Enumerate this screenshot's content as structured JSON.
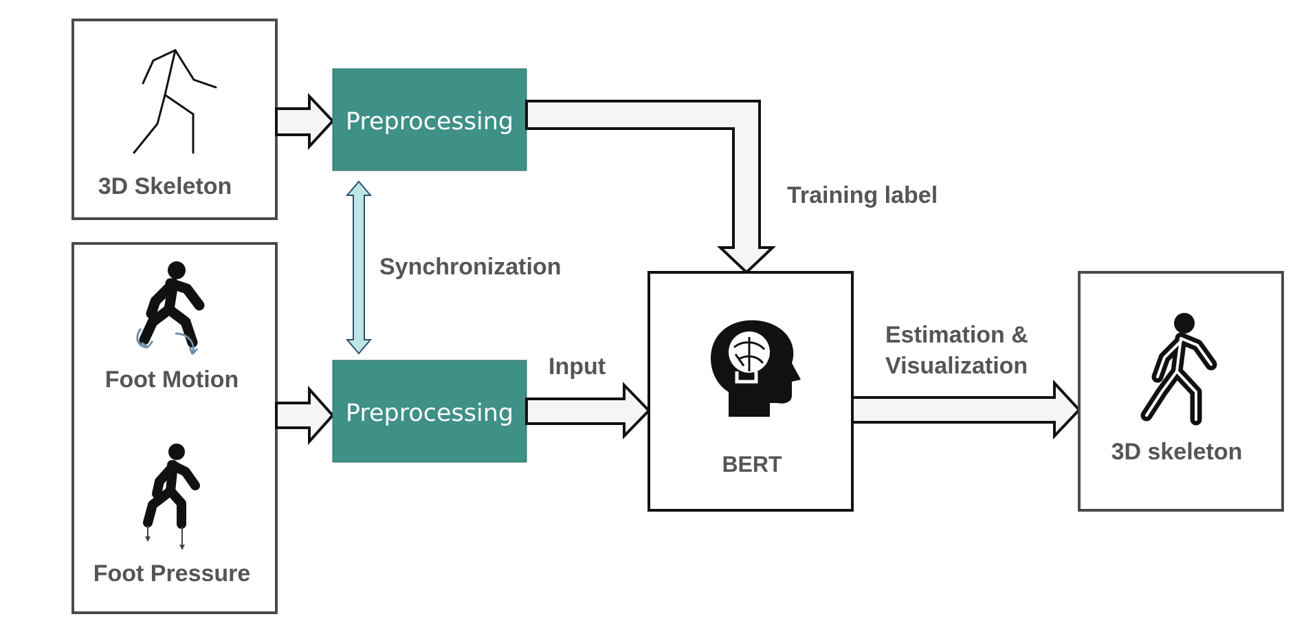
{
  "diagram": {
    "skeleton_input": {
      "label": "3D Skeleton"
    },
    "foot_motion": {
      "label": "Foot Motion"
    },
    "foot_pressure": {
      "label": "Foot Pressure"
    },
    "preprocessing_top": {
      "label": "Preprocessing"
    },
    "preprocessing_bottom": {
      "label": "Preprocessing"
    },
    "synchronization": {
      "label": "Synchronization"
    },
    "training_label": {
      "label": "Training label"
    },
    "input": {
      "label": "Input"
    },
    "model": {
      "label": "BERT"
    },
    "estimation": {
      "line1": "Estimation &",
      "line2": "Visualization"
    },
    "skeleton_output": {
      "label": "3D skeleton"
    }
  },
  "colors": {
    "preprocessing_fill": "#3f9087",
    "sync_arrow_fill": "#bfe6e6",
    "text": "#555555"
  },
  "icons": [
    "stick-figure-icon",
    "walking-person-icon",
    "brain-head-icon",
    "walker-icon"
  ]
}
